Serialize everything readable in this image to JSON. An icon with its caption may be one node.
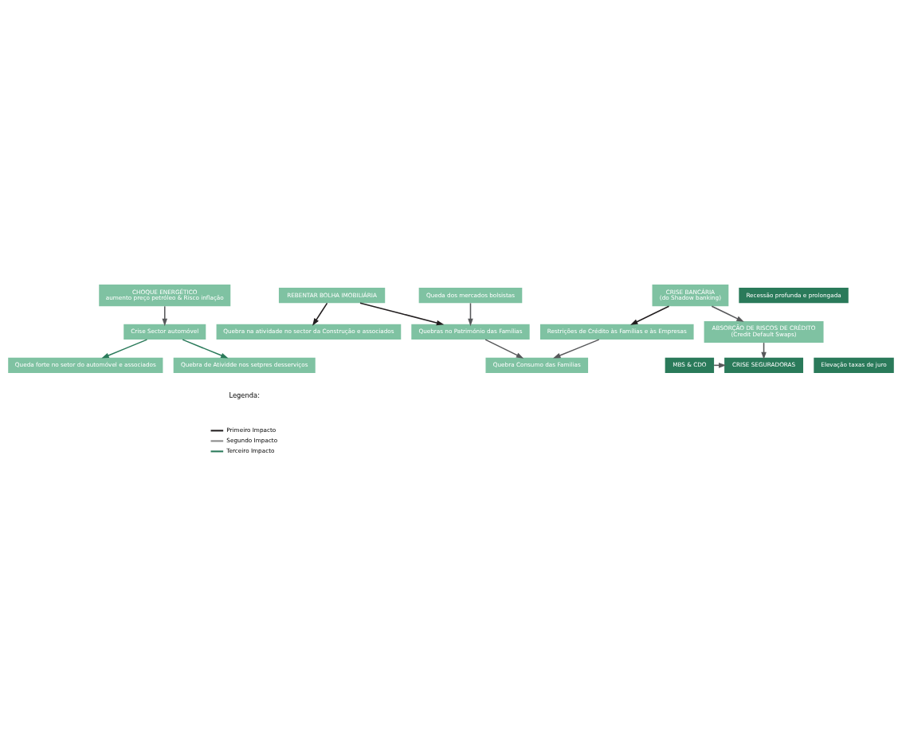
{
  "diagram": {
    "nodes": [
      {
        "text": [
          "CHOQUE ENERGÉTICO",
          "aumento preço petróleo & Risco inflação"
        ]
      },
      {
        "text": [
          "REBENTAR BOLHA IMOBILIÁRIA"
        ]
      },
      {
        "text": [
          "CRISE BANCÁRIA",
          "(do Shadow banking)"
        ]
      },
      {
        "text": [
          "Elevação taxas de juro"
        ]
      },
      {
        "text": [
          "MBS & CDO"
        ]
      },
      {
        "text": [
          "CRISE SEGURADORAS"
        ]
      },
      {
        "text": [
          "Crise Sector automóvel"
        ]
      },
      {
        "text": [
          "Quebra na atividade no sector da Construção e associados"
        ]
      },
      {
        "text": [
          "Quebras no Património das Famílias"
        ]
      },
      {
        "text": [
          "ABSORÇÃO DE RISCOS DE CRÉDITO",
          "(Credit Default Swaps)"
        ]
      },
      {
        "text": [
          "Queda forte no setor do automóvel e associados"
        ]
      },
      {
        "text": [
          "Queda dos mercados bolsistas"
        ]
      },
      {
        "text": [
          "Restrições de Crédito às Famílias e às Empresas"
        ]
      },
      {
        "text": [
          "Quebra de Atividde nos setpres desserviços"
        ]
      },
      {
        "text": [
          "Recessão profunda e prolongada"
        ]
      },
      {
        "text": [
          "Quebra Consumo das Familias"
        ]
      }
    ],
    "edges": [
      {
        "from": 0,
        "to": 6,
        "arrow": "to"
      },
      {
        "from": 1,
        "to": 7,
        "arrow": "to",
        "color": "#231f20"
      },
      {
        "from": 1,
        "to": 8,
        "arrow": "to",
        "color": "#231f20"
      },
      {
        "from": 2,
        "to": 12,
        "arrow": "to",
        "color": "#231f20"
      },
      {
        "from": 4,
        "to": 5,
        "arrow": "to"
      },
      {
        "from": 2,
        "to": 9,
        "arrow": "to"
      },
      {
        "from": 9,
        "to": 5,
        "arrow": "to"
      },
      {
        "from": 11,
        "to": 8,
        "arrow": "to"
      },
      {
        "from": 6,
        "to": 10,
        "arrow": "to",
        "color": "#2a7a5a"
      },
      {
        "from": 6,
        "to": 13,
        "arrow": "to",
        "color": "#2a7a5a"
      },
      {
        "from": 8,
        "to": 15,
        "arrow": "to"
      },
      {
        "from": 12,
        "to": 15,
        "arrow": "to"
      }
    ],
    "labels": [
      "Legenda:"
    ],
    "legend": [
      {
        "text": "Primeiro Impacto",
        "color": "#231f20"
      },
      {
        "text": "Segundo Impacto",
        "color": "#8c8c8c"
      },
      {
        "text": "Terceiro Impacto",
        "color": "#2a7a5a"
      }
    ]
  }
}
